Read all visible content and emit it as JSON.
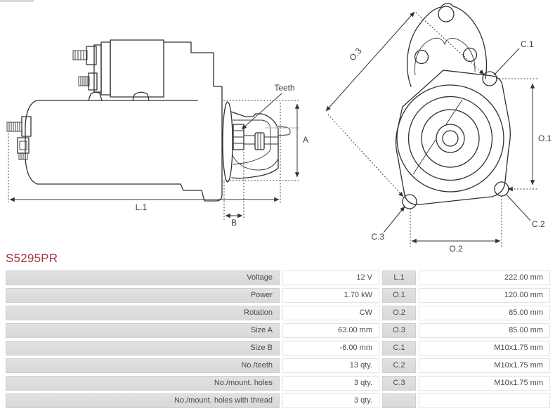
{
  "part_number": "S5295PR",
  "colors": {
    "part_number": "#a73b42",
    "line_art": "#303030",
    "table_cell_gray": "#dcdcdc",
    "table_text": "#4a4a4a"
  },
  "diagram": {
    "side_view": {
      "teeth_label": "Teeth",
      "dim_a": "A",
      "dim_b": "B",
      "dim_l1": "L.1"
    },
    "front_view": {
      "dim_o3": "O.3",
      "dim_o1": "O.1",
      "dim_o2": "O.2",
      "dim_c1": "C.1",
      "dim_c2": "C.2",
      "dim_c3": "C.3"
    }
  },
  "spec_table": {
    "rows": [
      {
        "label": "Voltage",
        "value": "12 V",
        "dim": "L.1",
        "dim_value": "222.00 mm"
      },
      {
        "label": "Power",
        "value": "1.70 kW",
        "dim": "O.1",
        "dim_value": "120.00 mm"
      },
      {
        "label": "Rotation",
        "value": "CW",
        "dim": "O.2",
        "dim_value": "85.00 mm"
      },
      {
        "label": "Size A",
        "value": "63.00 mm",
        "dim": "O.3",
        "dim_value": "85.00 mm"
      },
      {
        "label": "Size B",
        "value": "-6.00 mm",
        "dim": "C.1",
        "dim_value": "M10x1.75 mm"
      },
      {
        "label": "No./teeth",
        "value": "13 qty.",
        "dim": "C.2",
        "dim_value": "M10x1.75 mm"
      },
      {
        "label": "No./mount. holes",
        "value": "3 qty.",
        "dim": "C.3",
        "dim_value": "M10x1.75 mm"
      },
      {
        "label": "No./mount. holes with thread",
        "value": "3 qty.",
        "dim": "",
        "dim_value": ""
      }
    ]
  }
}
